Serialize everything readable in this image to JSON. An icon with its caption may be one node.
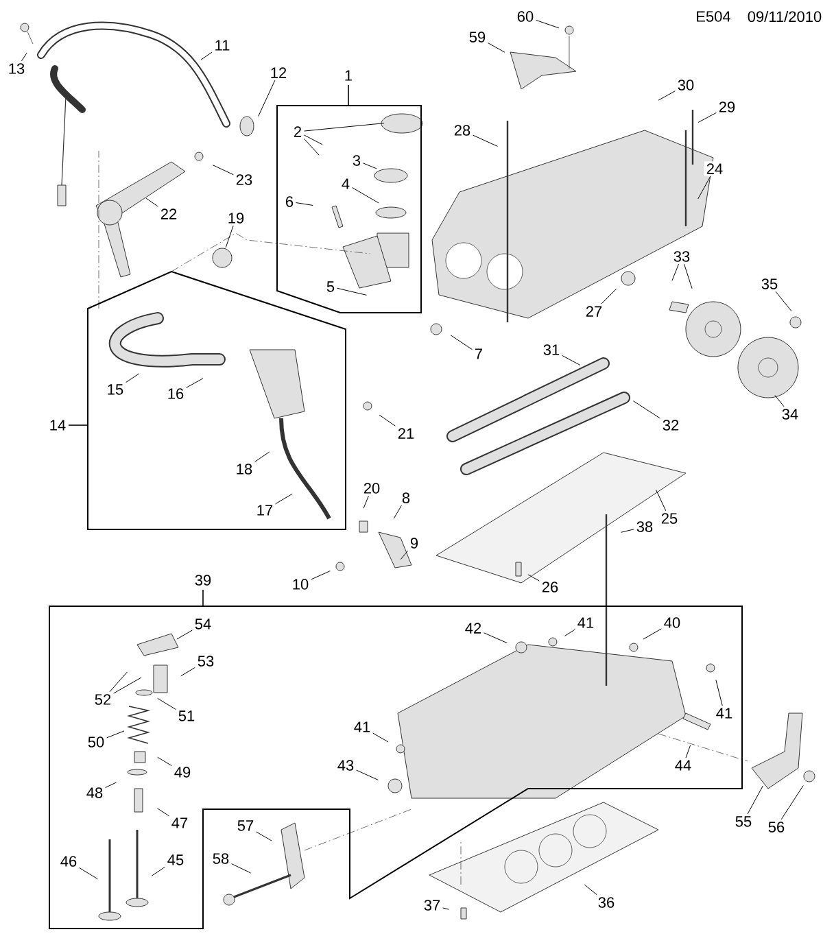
{
  "diagram": {
    "nodes": [
      {
        "text": [
          "13"
        ]
      },
      {
        "text": [
          "11"
        ]
      },
      {
        "text": [
          "12"
        ]
      },
      {
        "text": [
          "1"
        ]
      },
      {
        "text": [
          "2"
        ],
        "in": 3
      },
      {
        "text": [
          "3"
        ],
        "in": 3
      },
      {
        "text": [
          "4"
        ],
        "in": 3
      },
      {
        "text": [
          "6"
        ],
        "in": 3
      },
      {
        "text": [
          "5"
        ],
        "in": 3
      },
      {
        "text": [
          "23"
        ]
      },
      {
        "text": [
          "22"
        ]
      },
      {
        "text": [
          "19"
        ]
      },
      {
        "text": [
          "14"
        ]
      },
      {
        "text": [
          "15"
        ],
        "in": 12
      },
      {
        "text": [
          "16"
        ],
        "in": 12
      },
      {
        "text": [
          "18"
        ],
        "in": 12
      },
      {
        "text": [
          "17"
        ],
        "in": 12
      },
      {
        "text": [
          "21"
        ]
      },
      {
        "text": [
          "20"
        ]
      },
      {
        "text": [
          "8"
        ]
      },
      {
        "text": [
          "9"
        ]
      },
      {
        "text": [
          "10"
        ]
      },
      {
        "text": [
          "60"
        ]
      },
      {
        "text": [
          "59"
        ]
      },
      {
        "text": [
          "30"
        ]
      },
      {
        "text": [
          "29"
        ]
      },
      {
        "text": [
          "28"
        ]
      },
      {
        "text": [
          "24"
        ]
      },
      {
        "text": [
          "27"
        ]
      },
      {
        "text": [
          "7"
        ]
      },
      {
        "text": [
          "33"
        ]
      },
      {
        "text": [
          "35"
        ]
      },
      {
        "text": [
          "31"
        ]
      },
      {
        "text": [
          "32"
        ]
      },
      {
        "text": [
          "34"
        ]
      },
      {
        "text": [
          "25"
        ]
      },
      {
        "text": [
          "38"
        ]
      },
      {
        "text": [
          "26"
        ]
      },
      {
        "text": [
          "39"
        ]
      },
      {
        "text": [
          "54"
        ],
        "in": 38
      },
      {
        "text": [
          "53"
        ],
        "in": 38
      },
      {
        "text": [
          "52"
        ],
        "in": 38
      },
      {
        "text": [
          "51"
        ],
        "in": 38
      },
      {
        "text": [
          "50"
        ],
        "in": 38
      },
      {
        "text": [
          "49"
        ],
        "in": 38
      },
      {
        "text": [
          "48"
        ],
        "in": 38
      },
      {
        "text": [
          "47"
        ],
        "in": 38
      },
      {
        "text": [
          "46"
        ],
        "in": 38
      },
      {
        "text": [
          "45"
        ],
        "in": 38
      },
      {
        "text": [
          "42"
        ],
        "in": 38
      },
      {
        "text": [
          "41"
        ],
        "in": 38
      },
      {
        "text": [
          "40"
        ],
        "in": 38
      },
      {
        "text": [
          "41"
        ],
        "in": 38
      },
      {
        "text": [
          "41"
        ],
        "in": 38
      },
      {
        "text": [
          "43"
        ],
        "in": 38
      },
      {
        "text": [
          "44"
        ],
        "in": 38
      },
      {
        "text": [
          "57"
        ]
      },
      {
        "text": [
          "58"
        ]
      },
      {
        "text": [
          "55"
        ]
      },
      {
        "text": [
          "56"
        ]
      },
      {
        "text": [
          "36"
        ]
      },
      {
        "text": [
          "37"
        ]
      }
    ],
    "edges": [
      {
        "from": 0,
        "to": null,
        "arrow": "none"
      },
      {
        "from": 1,
        "to": null,
        "arrow": "none"
      },
      {
        "from": 2,
        "to": null,
        "arrow": "none"
      },
      {
        "from": 4,
        "to": null,
        "arrow": "none"
      },
      {
        "from": 4,
        "to": null,
        "arrow": "none"
      },
      {
        "from": 4,
        "to": null,
        "arrow": "none"
      },
      {
        "from": 5,
        "to": null,
        "arrow": "none"
      },
      {
        "from": 6,
        "to": null,
        "arrow": "none"
      },
      {
        "from": 7,
        "to": null,
        "arrow": "none"
      },
      {
        "from": 8,
        "to": null,
        "arrow": "none"
      },
      {
        "from": 9,
        "to": null,
        "arrow": "none"
      },
      {
        "from": 10,
        "to": null,
        "arrow": "none"
      },
      {
        "from": 11,
        "to": null,
        "arrow": "none"
      },
      {
        "from": 13,
        "to": null,
        "arrow": "none"
      },
      {
        "from": 14,
        "to": null,
        "arrow": "none"
      },
      {
        "from": 15,
        "to": null,
        "arrow": "none"
      },
      {
        "from": 16,
        "to": null,
        "arrow": "none"
      },
      {
        "from": 17,
        "to": null,
        "arrow": "none"
      },
      {
        "from": 18,
        "to": null,
        "arrow": "none"
      },
      {
        "from": 19,
        "to": null,
        "arrow": "none"
      },
      {
        "from": 20,
        "to": null,
        "arrow": "none"
      },
      {
        "from": 21,
        "to": null,
        "arrow": "none"
      },
      {
        "from": 22,
        "to": null,
        "arrow": "none"
      },
      {
        "from": 23,
        "to": null,
        "arrow": "none"
      },
      {
        "from": 24,
        "to": null,
        "arrow": "none"
      },
      {
        "from": 25,
        "to": null,
        "arrow": "none"
      },
      {
        "from": 26,
        "to": null,
        "arrow": "none"
      },
      {
        "from": 27,
        "to": null,
        "arrow": "none"
      },
      {
        "from": 28,
        "to": null,
        "arrow": "none"
      },
      {
        "from": 29,
        "to": null,
        "arrow": "none"
      },
      {
        "from": 30,
        "to": null,
        "arrow": "none"
      },
      {
        "from": 30,
        "to": null,
        "arrow": "none"
      },
      {
        "from": 31,
        "to": null,
        "arrow": "none"
      },
      {
        "from": 32,
        "to": null,
        "arrow": "none"
      },
      {
        "from": 33,
        "to": null,
        "arrow": "none"
      },
      {
        "from": 34,
        "to": null,
        "arrow": "none"
      },
      {
        "from": 35,
        "to": null,
        "arrow": "none"
      },
      {
        "from": 36,
        "to": null,
        "arrow": "none"
      },
      {
        "from": 37,
        "to": null,
        "arrow": "none"
      },
      {
        "from": 39,
        "to": null,
        "arrow": "none"
      },
      {
        "from": 40,
        "to": null,
        "arrow": "none"
      },
      {
        "from": 41,
        "to": null,
        "arrow": "none"
      },
      {
        "from": 41,
        "to": null,
        "arrow": "none"
      },
      {
        "from": 42,
        "to": null,
        "arrow": "none"
      },
      {
        "from": 43,
        "to": null,
        "arrow": "none"
      },
      {
        "from": 44,
        "to": null,
        "arrow": "none"
      },
      {
        "from": 45,
        "to": null,
        "arrow": "none"
      },
      {
        "from": 46,
        "to": null,
        "arrow": "none"
      },
      {
        "from": 47,
        "to": null,
        "arrow": "none"
      },
      {
        "from": 48,
        "to": null,
        "arrow": "none"
      },
      {
        "from": 49,
        "to": null,
        "arrow": "none"
      },
      {
        "from": 50,
        "to": null,
        "arrow": "none"
      },
      {
        "from": 51,
        "to": null,
        "arrow": "none"
      },
      {
        "from": 52,
        "to": null,
        "arrow": "none"
      },
      {
        "from": 53,
        "to": null,
        "arrow": "none"
      },
      {
        "from": 54,
        "to": null,
        "arrow": "none"
      },
      {
        "from": 55,
        "to": null,
        "arrow": "none"
      },
      {
        "from": 56,
        "to": null,
        "arrow": "none"
      },
      {
        "from": 57,
        "to": null,
        "arrow": "none"
      },
      {
        "from": 58,
        "to": null,
        "arrow": "none"
      },
      {
        "from": 59,
        "to": null,
        "arrow": "none"
      },
      {
        "from": 60,
        "to": null,
        "arrow": "none"
      },
      {
        "from": 61,
        "to": null,
        "arrow": "none"
      }
    ],
    "labels": [
      "E504",
      "09/11/2010"
    ]
  }
}
